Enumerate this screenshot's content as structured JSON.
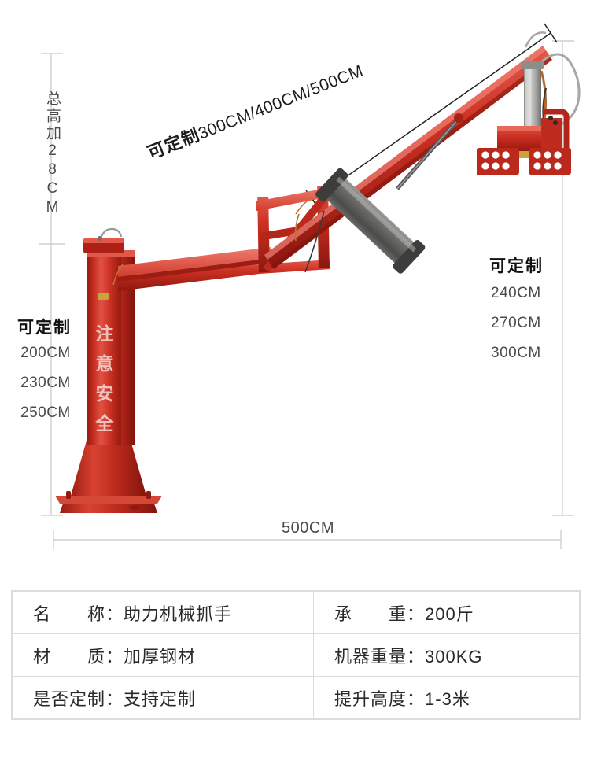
{
  "product": {
    "image_alt": "red pillar jib crane with pneumatic gripper",
    "column_text": "注意安全"
  },
  "dimensions": {
    "total_height_note": "总高加28CM",
    "span_label": "500CM",
    "arm": {
      "prefix": "可定制",
      "options": "300CM/400CM/500CM"
    },
    "column_heights": {
      "title": "可定制",
      "values": [
        "200CM",
        "230CM",
        "250CM"
      ]
    },
    "lift_heights": {
      "title": "可定制",
      "values": [
        "240CM",
        "270CM",
        "300CM"
      ]
    }
  },
  "spec_table": {
    "rows": [
      {
        "left_key": "名",
        "left_key2": "称：",
        "left_value": "助力机械抓手",
        "right_key": "承",
        "right_key2": "重：",
        "right_value": "200斤"
      },
      {
        "left_key": "材",
        "left_key2": "质：",
        "left_value": "加厚钢材",
        "right_key": "机器重量：",
        "right_key2": "",
        "right_value": "300KG"
      },
      {
        "left_key": "是否定制：",
        "left_key2": "",
        "left_value": "支持定制",
        "right_key": "提升高度：",
        "right_key2": "",
        "right_value": "1-3米"
      }
    ]
  },
  "colors": {
    "crane_red_dark": "#9e1b12",
    "crane_red": "#c62b1d",
    "crane_red_light": "#e0574a",
    "dim_line": "#c9c9c9",
    "text_dark": "#1a1a1a",
    "text_gray": "#4a4a4a",
    "table_border": "#dcdcdc",
    "background": "#ffffff"
  }
}
